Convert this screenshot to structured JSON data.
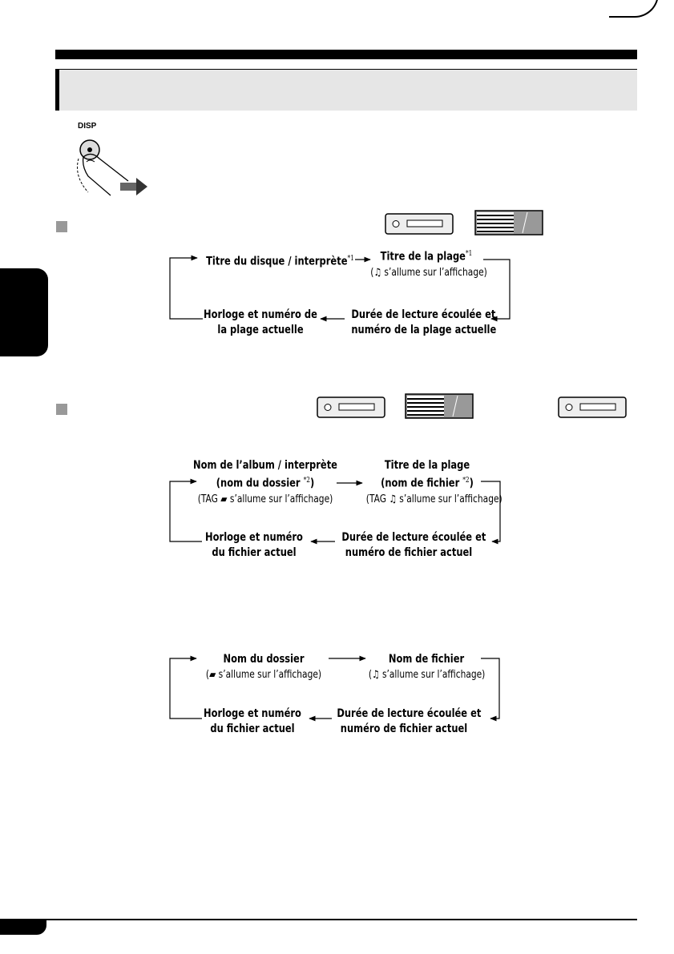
{
  "disp_label": "DISP",
  "icons": {
    "finger": "finger-press-icon",
    "music_note": "music-note-icon",
    "folder": "folder-icon"
  },
  "flow1": {
    "top_left": "Titre du disque / interprète",
    "top_left_sup": "*1",
    "top_right": "Titre de la plage",
    "top_right_sup": "*1",
    "top_right_sub_pre": "(",
    "top_right_sub_post": " s’allume sur l’affichage)",
    "bottom_left_1": "Horloge et numéro de",
    "bottom_left_2": "la plage actuelle",
    "bottom_right_1": "Durée de lecture écoulée et",
    "bottom_right_2": "numéro de la plage actuelle"
  },
  "flow2": {
    "top_left_1": "Nom de l’album / interprète",
    "top_left_2": "(nom du dossier",
    "top_left_2_sup": "*2",
    "top_left_2_end": ")",
    "top_left_sub_pre": "(TAG ",
    "top_left_sub_post": " s’allume sur l’affichage)",
    "top_right_1": "Titre de la plage",
    "top_right_2": "(nom de fichier",
    "top_right_2_sup": "*2",
    "top_right_2_end": ")",
    "top_right_sub_pre": "(TAG ",
    "top_right_sub_post": " s’allume sur l’affichage)",
    "bottom_left_1": "Horloge et numéro",
    "bottom_left_2": "du fichier actuel",
    "bottom_right_1": "Durée de lecture écoulée et",
    "bottom_right_2": "numéro de fichier actuel"
  },
  "flow3": {
    "top_left": "Nom du dossier",
    "top_left_sub_pre": "(",
    "top_left_sub_post": " s’allume sur l’affichage)",
    "top_right": "Nom de fichier",
    "top_right_sub_pre": "(",
    "top_right_sub_post": " s’allume sur l’affichage)",
    "bottom_left_1": "Horloge et numéro",
    "bottom_left_2": "du fichier actuel",
    "bottom_right_1": "Durée de lecture écoulée et",
    "bottom_right_2": "numéro de fichier actuel"
  }
}
